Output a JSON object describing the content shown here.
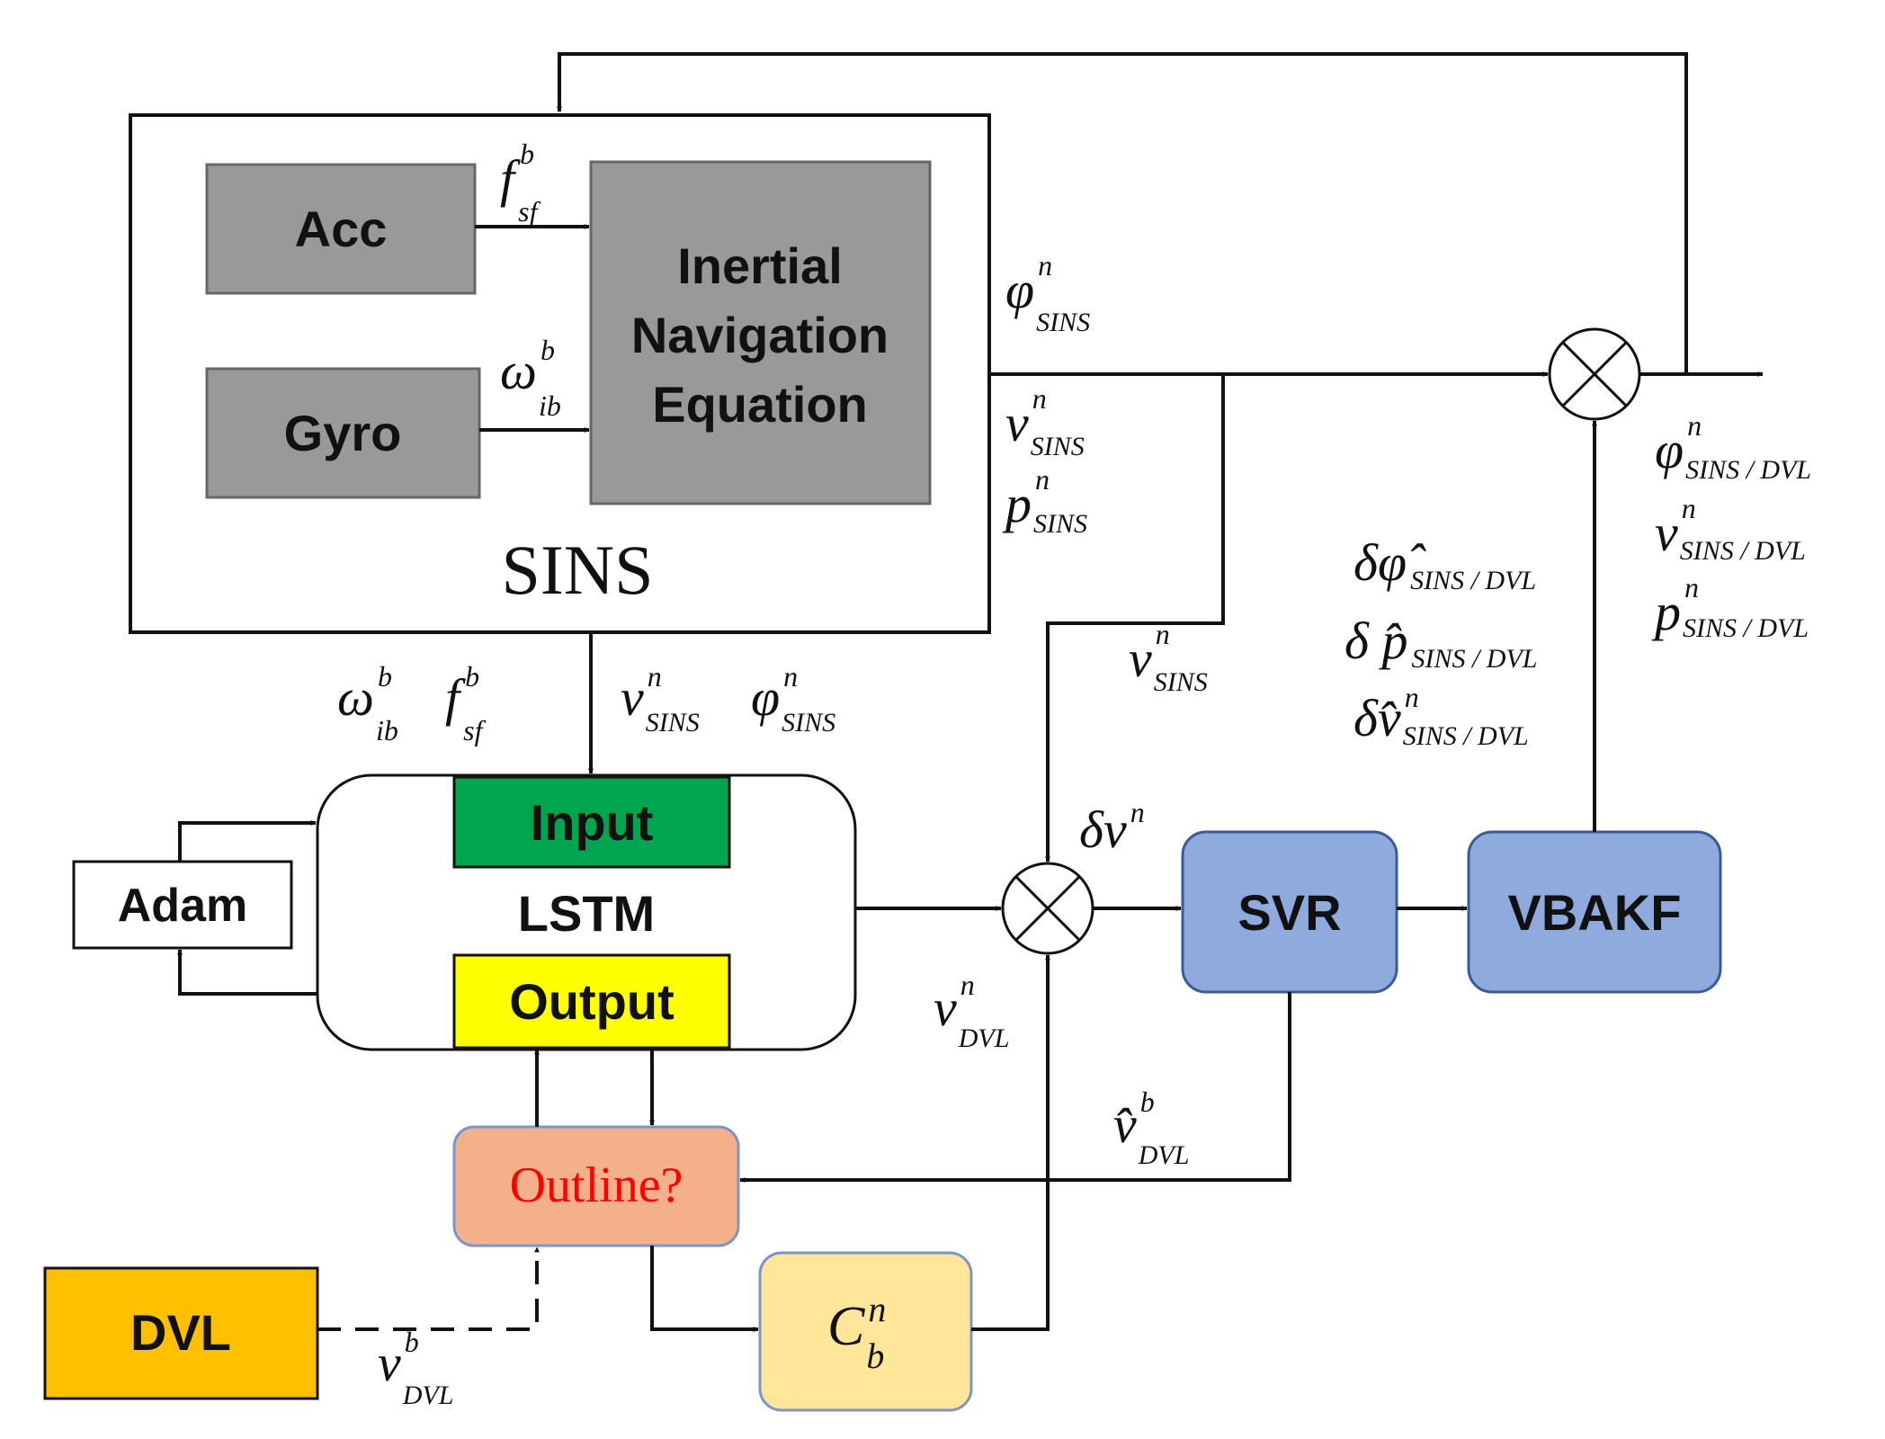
{
  "blocks": {
    "sins_title": "SINS",
    "acc": "Acc",
    "gyro": "Gyro",
    "ine_lines": [
      "Inertial",
      "Navigation",
      "Equation"
    ],
    "adam": "Adam",
    "lstm": "LSTM",
    "input": "Input",
    "output": "Output",
    "outline": "Outline?",
    "dvl": "DVL",
    "svr": "SVR",
    "vbakf": "VBAKF",
    "cbn": {
      "base": "C",
      "sup": "n",
      "sub": "b"
    }
  },
  "signals": {
    "f_sf_b": {
      "base": "f",
      "sup": "b",
      "sub": "sf"
    },
    "omega_ib_b": {
      "base": "ω",
      "sup": "b",
      "sub": "ib"
    },
    "phi_sins": {
      "base": "φ",
      "sup": "n",
      "sub": "SINS"
    },
    "v_sins": {
      "base": "v",
      "sup": "n",
      "sub": "SINS"
    },
    "p_sins": {
      "base": "p",
      "sup": "n",
      "sub": "SINS"
    },
    "delta_v_n": {
      "base": "δv",
      "sup": "n"
    },
    "v_dvl_n": {
      "base": "v",
      "sup": "n",
      "sub": "DVL"
    },
    "vhat_dvl_b": {
      "base": "v̂",
      "sup": "b",
      "sub": "DVL"
    },
    "v_dvl_b": {
      "base": "v",
      "sup": "b",
      "sub": "DVL"
    },
    "dphi_hat": {
      "base": "δφ̂",
      "sub": "SINS / DVL"
    },
    "dp_hat": {
      "base": "δ p̂",
      "sub": "SINS / DVL"
    },
    "dv_hat": {
      "base": "δv̂",
      "sup": "n",
      "sub": "SINS / DVL"
    },
    "phi_out": {
      "base": "φ",
      "sup": "n",
      "sub": "SINS / DVL"
    },
    "v_out": {
      "base": "v",
      "sup": "n",
      "sub": "SINS / DVL"
    },
    "p_out": {
      "base": "p",
      "sup": "n",
      "sub": "SINS / DVL"
    }
  },
  "colors": {
    "sensor_gray": "#999999",
    "input_green": "#00a550",
    "output_yellow": "#ffff00",
    "outline_orange": "#f4b08a",
    "outline_text_red": "#ff0000",
    "dvl_gold": "#ffc000",
    "cbn_light": "#ffe699",
    "svr_blue": "#8faadc"
  }
}
